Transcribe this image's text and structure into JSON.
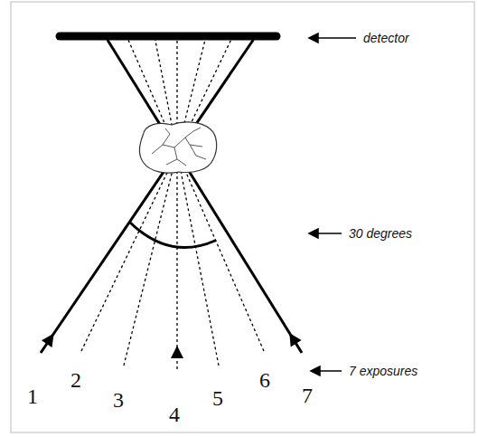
{
  "diagram": {
    "labels": [
      "detector",
      "30 degrees",
      "7 exposures",
      "1",
      "2",
      "3",
      "4",
      "5",
      "6",
      "7"
    ]
  }
}
